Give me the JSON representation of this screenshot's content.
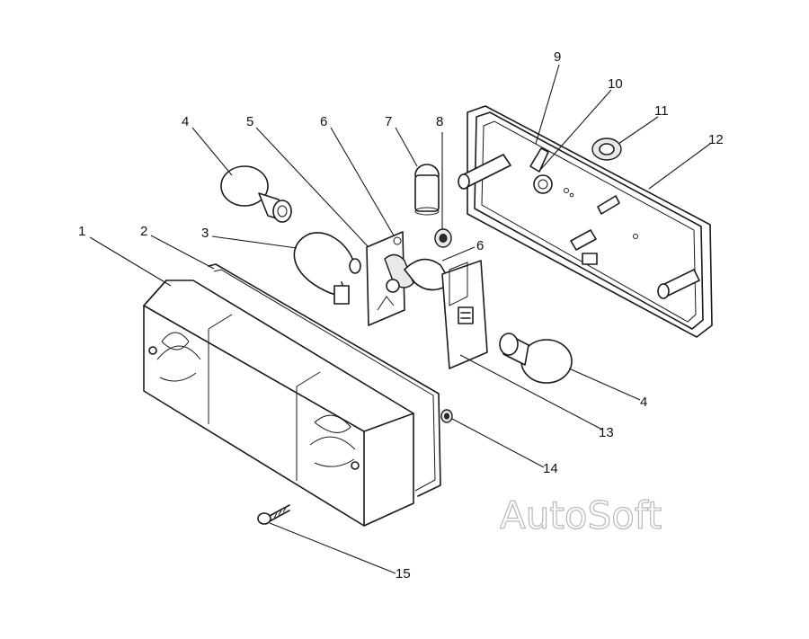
{
  "watermark": "AutoSoft",
  "callouts": {
    "c1": "1",
    "c2": "2",
    "c3": "3",
    "c4a": "4",
    "c4b": "4",
    "c5": "5",
    "c6a": "6",
    "c6b": "6",
    "c7": "7",
    "c8": "8",
    "c9": "9",
    "c10": "10",
    "c11": "11",
    "c12": "12",
    "c13": "13",
    "c14": "14",
    "c15": "15"
  }
}
